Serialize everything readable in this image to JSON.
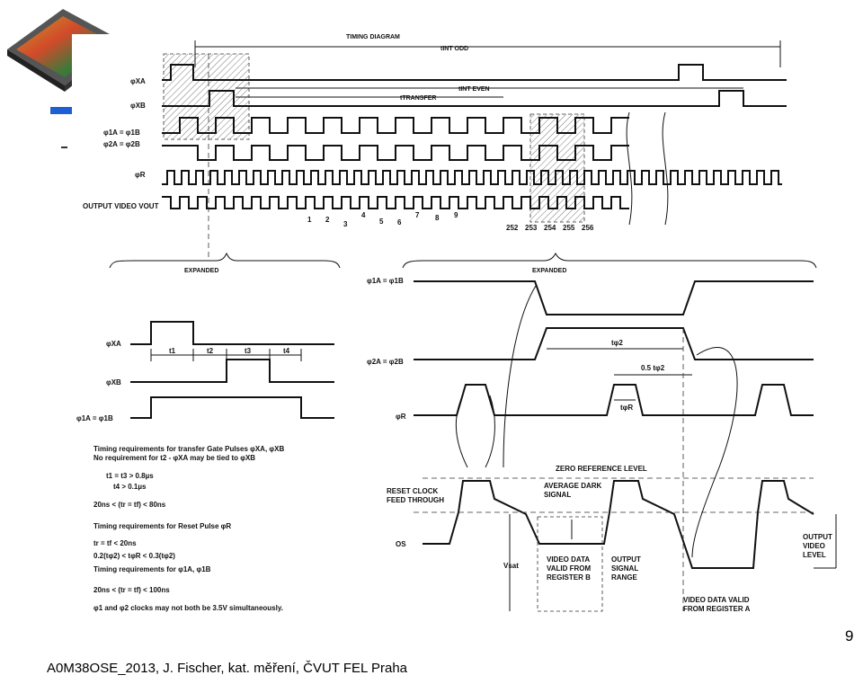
{
  "footer": "A0M38OSE_2013, J. Fischer, kat. měření, ČVUT FEL Praha",
  "page_number": "9",
  "top": {
    "title": "TIMING DIAGRAM",
    "t_int_odd": "tINT ODD",
    "t_int_even": "tINT EVEN",
    "t_transfer": "tTRANSFER",
    "labels": [
      "φXA",
      "φXB",
      "φ1A = φ1B",
      "φ2A = φ2B",
      "φR",
      "OUTPUT VIDEO   VOUT"
    ],
    "pixel_nums": [
      "1",
      "2",
      "3",
      "4",
      "5",
      "6",
      "7",
      "8",
      "9"
    ],
    "end_nums": [
      "252",
      "253",
      "254",
      "255",
      "256"
    ],
    "expanded": "EXPANDED"
  },
  "left": {
    "labels": [
      "φXA",
      "φXB",
      "φ1A = φ1B"
    ],
    "t_labels": [
      "t1",
      "t2",
      "t3",
      "t4"
    ],
    "notes": [
      "Timing requirements for transfer Gate Pulses φXA, φXB",
      "No requirement for t2 - φXA may be tied to φXB",
      "t1 = t3 > 0.8µs",
      "t4 > 0.1µs",
      "20ns < (tr = tf) < 80ns",
      "Timing requirements for Reset Pulse φR",
      "tr = tf < 20ns",
      "0.2(tφ2) < tφR < 0.3(tφ2)",
      "Timing requirements for φ1A, φ1B",
      "20ns < (tr = tf) < 100ns",
      "φ1 and φ2 clocks may not both be    3.5V simultaneously."
    ]
  },
  "right": {
    "labels": [
      "φ1A = φ1B",
      "φ2A = φ2B",
      "φR",
      "OS"
    ],
    "t_phi2": "tφ2",
    "half_t_phi2": "0.5 tφ2",
    "t_phiR": "tφR",
    "zero_ref": "ZERO REFERENCE LEVEL",
    "avg_dark": "AVERAGE DARK SIGNAL",
    "reset_ft": "RESET CLOCK FEED THROUGH",
    "vsat": "Vsat",
    "valid_b": "VIDEO DATA VALID FROM REGISTER B",
    "out_range": "OUTPUT SIGNAL RANGE",
    "out_level": "OUTPUT VIDEO LEVEL",
    "valid_a": "VIDEO DATA VALID FROM REGISTER A"
  },
  "colors": {
    "ink": "#111111",
    "accent_blue": "#1e5fd6"
  }
}
